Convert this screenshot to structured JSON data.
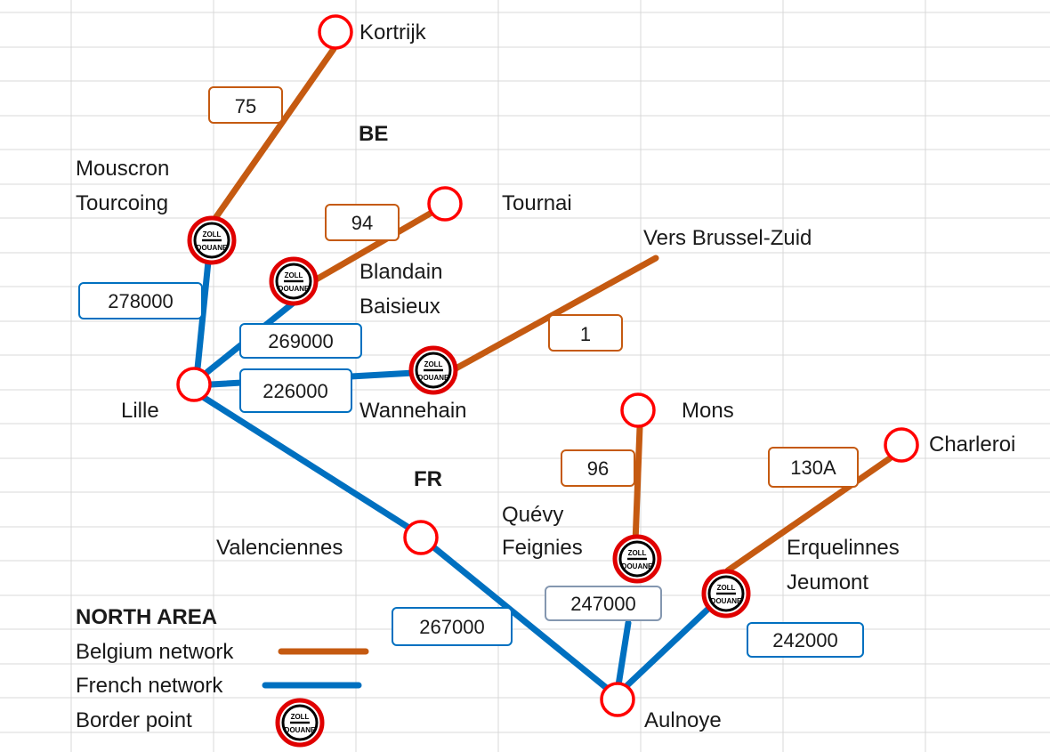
{
  "colors": {
    "belgium": "#c55a11",
    "france": "#0070c0",
    "station_ring": "#ff0000",
    "grid": "#d9d9d9",
    "code_gray_border": "#8497b0"
  },
  "regions": {
    "be": "BE",
    "fr": "FR"
  },
  "stations": {
    "kortrijk": "Kortrijk",
    "mouscron": "Mouscron",
    "tourcoing": "Tourcoing",
    "tournai": "Tournai",
    "blandain": "Blandain",
    "baisieux": "Baisieux",
    "brussel": "Vers Brussel-Zuid",
    "lille": "Lille",
    "wannehain": "Wannehain",
    "mons": "Mons",
    "charleroi": "Charleroi",
    "quevy": "Quévy",
    "feignies": "Feignies",
    "valenciennes": "Valenciennes",
    "erquelinnes": "Erquelinnes",
    "jeumont": "Jeumont",
    "aulnoye": "Aulnoye"
  },
  "line_codes": {
    "be_75": "75",
    "be_94": "94",
    "be_1": "1",
    "be_96": "96",
    "be_130a": "130A",
    "fr_278000": "278000",
    "fr_269000": "269000",
    "fr_226000": "226000",
    "fr_267000": "267000",
    "fr_247000": "247000",
    "fr_242000": "242000"
  },
  "legend": {
    "title": "NORTH AREA",
    "belgium": "Belgium network",
    "french": "French network",
    "border": "Border point"
  },
  "sign": {
    "top": "ZOLL",
    "bottom": "DOUANE"
  }
}
